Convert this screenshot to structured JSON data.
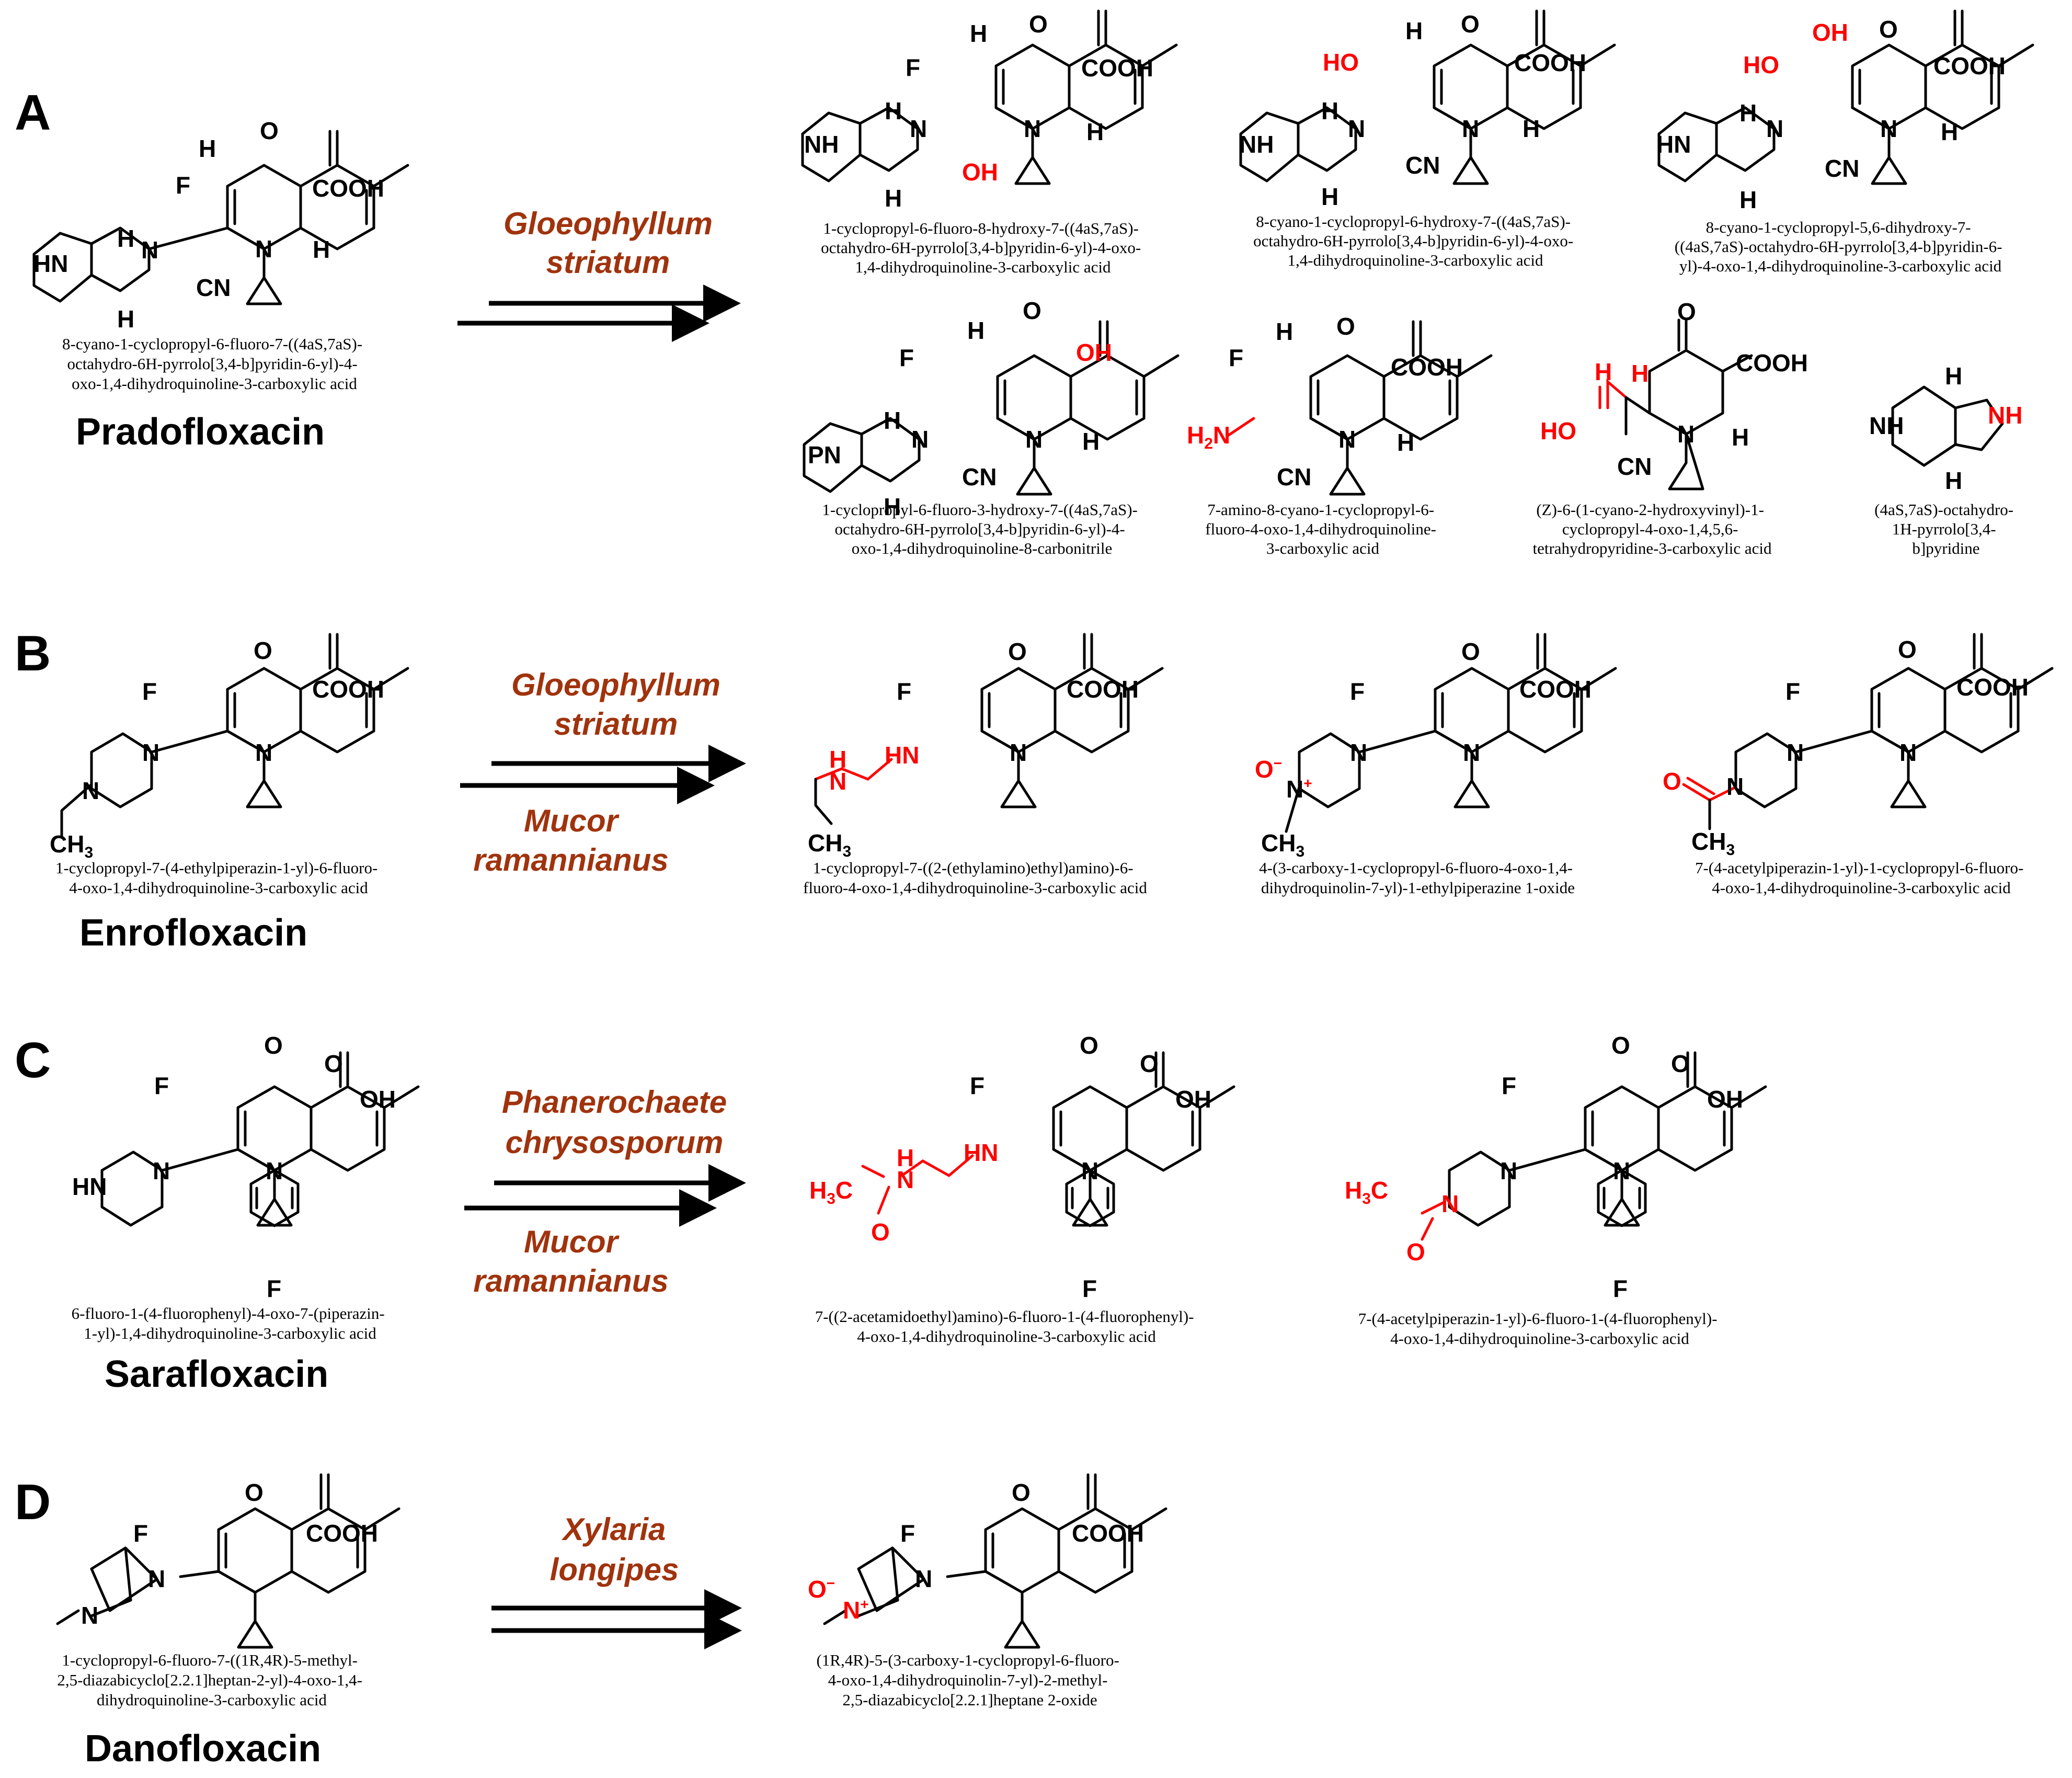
{
  "colors": {
    "organism": "#a0330d",
    "modification": "#ff0000",
    "ink": "#000000"
  },
  "panels": [
    {
      "label": "A",
      "parent": {
        "name": "Pradofloxacin",
        "iupac": [
          "8-cyano-1-cyclopropyl-6-fluoro-7-((4aS,7aS)-",
          "octahydro-6H-pyrrolo[3,4-b]pyridin-6-yl)-4-",
          "oxo-1,4-dihydroquinoline-3-carboxylic acid"
        ]
      },
      "organisms": [
        "Gloeophyllum",
        "striatum"
      ],
      "products": [
        {
          "iupac": [
            "1-cyclopropyl-6-fluoro-8-hydroxy-7-((4aS,7aS)-",
            "octahydro-6H-pyrrolo[3,4-b]pyridin-6-yl)-4-oxo-",
            "1,4-dihydroquinoline-3-carboxylic acid"
          ]
        },
        {
          "iupac": [
            "8-cyano-1-cyclopropyl-6-hydroxy-7-((4aS,7aS)-",
            "octahydro-6H-pyrrolo[3,4-b]pyridin-6-yl)-4-oxo-",
            "1,4-dihydroquinoline-3-carboxylic acid"
          ]
        },
        {
          "iupac": [
            "8-cyano-1-cyclopropyl-5,6-dihydroxy-7-",
            "((4aS,7aS)-octahydro-6H-pyrrolo[3,4-b]pyridin-6-",
            "yl)-4-oxo-1,4-dihydroquinoline-3-carboxylic acid"
          ]
        },
        {
          "iupac": [
            "1-cyclopropyl-6-fluoro-3-hydroxy-7-((4aS,7aS)-",
            "octahydro-6H-pyrrolo[3,4-b]pyridin-6-yl)-4-",
            "oxo-1,4-dihydroquinoline-8-carbonitrile"
          ]
        },
        {
          "iupac": [
            "7-amino-8-cyano-1-cyclopropyl-6-",
            "fluoro-4-oxo-1,4-dihydroquinoline-",
            "3-carboxylic acid"
          ]
        },
        {
          "iupac": [
            "(Z)-6-(1-cyano-2-hydroxyvinyl)-1-",
            "cyclopropyl-4-oxo-1,4,5,6-",
            "tetrahydropyridine-3-carboxylic acid"
          ]
        },
        {
          "iupac": [
            "(4aS,7aS)-octahydro-",
            "1H-pyrrolo[3,4-",
            "b]pyridine"
          ]
        }
      ]
    },
    {
      "label": "B",
      "parent": {
        "name": "Enrofloxacin",
        "iupac": [
          "1-cyclopropyl-7-(4-ethylpiperazin-1-yl)-6-fluoro-",
          "4-oxo-1,4-dihydroquinoline-3-carboxylic acid"
        ]
      },
      "organisms": [
        "Gloeophyllum",
        "striatum",
        "Mucor",
        "ramannianus"
      ],
      "products": [
        {
          "iupac": [
            "1-cyclopropyl-7-((2-(ethylamino)ethyl)amino)-6-",
            "fluoro-4-oxo-1,4-dihydroquinoline-3-carboxylic acid"
          ]
        },
        {
          "iupac": [
            "4-(3-carboxy-1-cyclopropyl-6-fluoro-4-oxo-1,4-",
            "dihydroquinolin-7-yl)-1-ethylpiperazine 1-oxide"
          ]
        },
        {
          "iupac": [
            "7-(4-acetylpiperazin-1-yl)-1-cyclopropyl-6-fluoro-",
            "4-oxo-1,4-dihydroquinoline-3-carboxylic acid"
          ]
        }
      ]
    },
    {
      "label": "C",
      "parent": {
        "name": "Sarafloxacin",
        "iupac": [
          "6-fluoro-1-(4-fluorophenyl)-4-oxo-7-(piperazin-",
          "1-yl)-1,4-dihydroquinoline-3-carboxylic acid"
        ]
      },
      "organisms": [
        "Phanerochaete",
        "chrysosporum",
        "Mucor",
        "ramannianus"
      ],
      "products": [
        {
          "iupac": [
            "7-((2-acetamidoethyl)amino)-6-fluoro-1-(4-fluorophenyl)-",
            "4-oxo-1,4-dihydroquinoline-3-carboxylic acid"
          ]
        },
        {
          "iupac": [
            "7-(4-acetylpiperazin-1-yl)-6-fluoro-1-(4-fluorophenyl)-",
            "4-oxo-1,4-dihydroquinoline-3-carboxylic acid"
          ]
        }
      ]
    },
    {
      "label": "D",
      "parent": {
        "name": "Danofloxacin",
        "iupac": [
          "1-cyclopropyl-6-fluoro-7-((1R,4R)-5-methyl-",
          "2,5-diazabicyclo[2.2.1]heptan-2-yl)-4-oxo-1,4-",
          "dihydroquinoline-3-carboxylic acid"
        ]
      },
      "organisms": [
        "Xylaria",
        "longipes"
      ],
      "products": [
        {
          "iupac": [
            "(1R,4R)-5-(3-carboxy-1-cyclopropyl-6-fluoro-",
            "4-oxo-1,4-dihydroquinolin-7-yl)-2-methyl-",
            "2,5-diazabicyclo[2.2.1]heptane 2-oxide"
          ]
        }
      ]
    }
  ]
}
